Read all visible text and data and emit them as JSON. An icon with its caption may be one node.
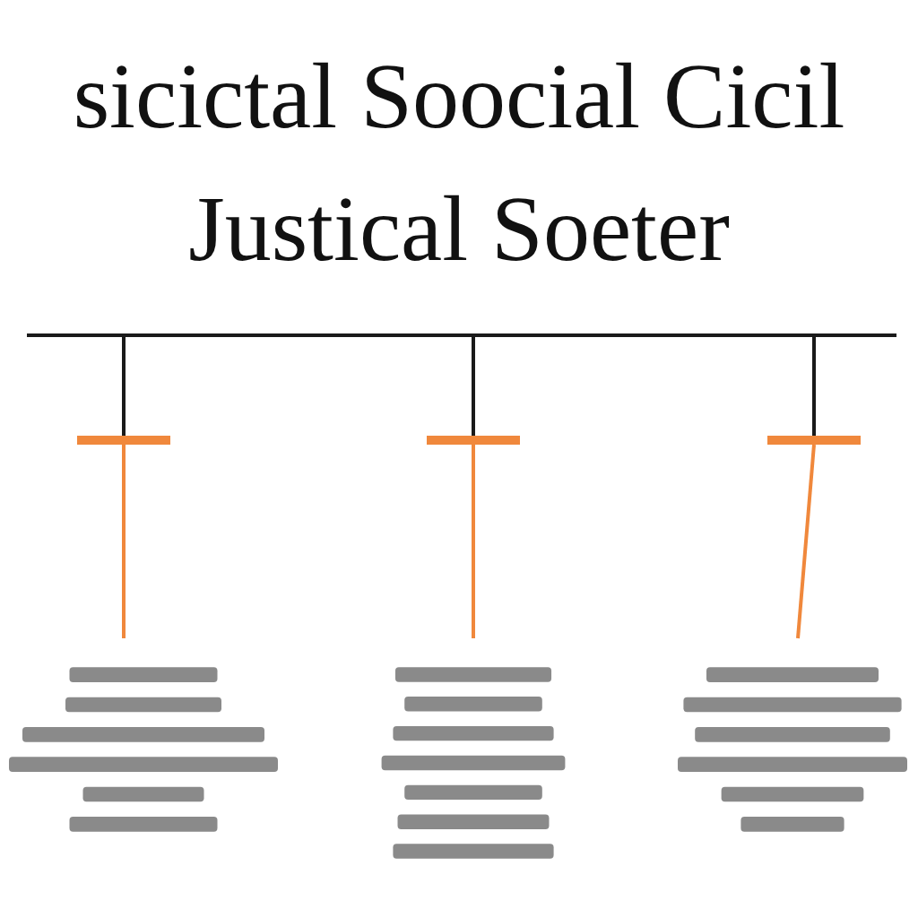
{
  "diagram": {
    "title": "sicictal Soocial Cicil Justical Soeter",
    "nodes": [
      {
        "text": [],
        "shape": "bar"
      },
      {
        "text": [],
        "shape": "bar"
      },
      {
        "text": [],
        "shape": "bar"
      },
      {
        "text": [],
        "shape": "picture"
      },
      {
        "text": [],
        "shape": "picture"
      },
      {
        "text": [],
        "shape": "picture"
      }
    ],
    "edges": [
      {
        "from": null,
        "to": 0,
        "arrow": "none"
      },
      {
        "from": null,
        "to": 1,
        "arrow": "none"
      },
      {
        "from": null,
        "to": 2,
        "arrow": "none"
      },
      {
        "from": 0,
        "to": 3,
        "arrow": "none",
        "color": "#f0883c"
      },
      {
        "from": 1,
        "to": 4,
        "arrow": "none",
        "color": "#f0883c"
      },
      {
        "from": 2,
        "to": 5,
        "arrow": "none",
        "color": "#f0883c"
      }
    ]
  }
}
